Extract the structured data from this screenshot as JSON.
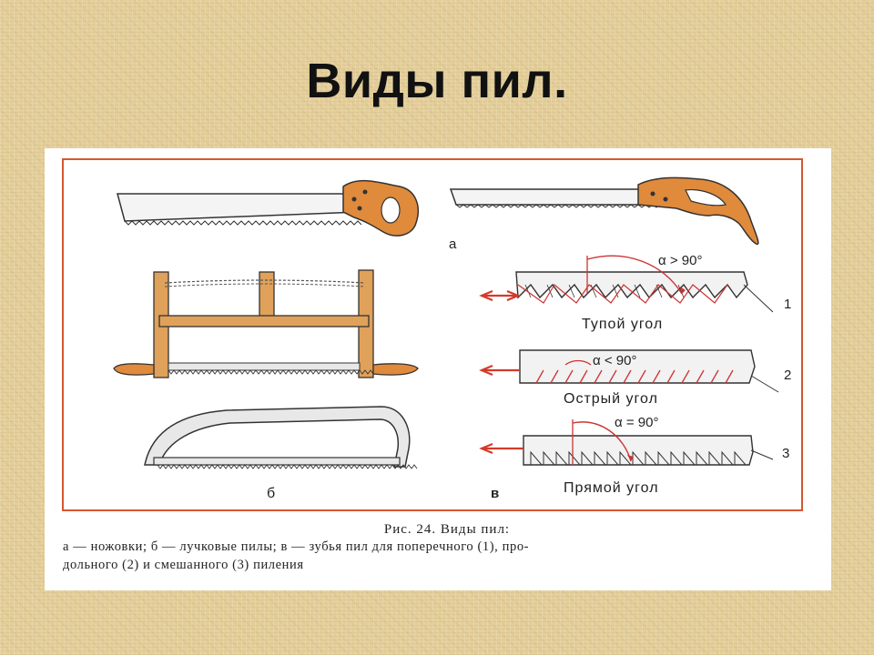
{
  "title": "Виды пил.",
  "figure": {
    "label_a": "а",
    "label_b": "б",
    "label_v": "в",
    "teeth": [
      {
        "number": "1",
        "angle_label": "α > 90°",
        "name": "Тупой угол"
      },
      {
        "number": "2",
        "angle_label": "α < 90°",
        "name": "Острый угол"
      },
      {
        "number": "3",
        "angle_label": "α = 90°",
        "name": "Прямой угол"
      }
    ],
    "caption_title": "Рис. 24. Виды пил:",
    "caption_line1": "а — ножовки; б — лучковые пилы; в — зубья пил для поперечного (1), про-",
    "caption_line2": "дольного (2) и смешанного (3) пиления"
  },
  "colors": {
    "frame_line": "#d8552e",
    "wood": "#e0a15a",
    "handle": "#e08a3c",
    "arrow": "#d43a2a",
    "ink": "#222222"
  }
}
